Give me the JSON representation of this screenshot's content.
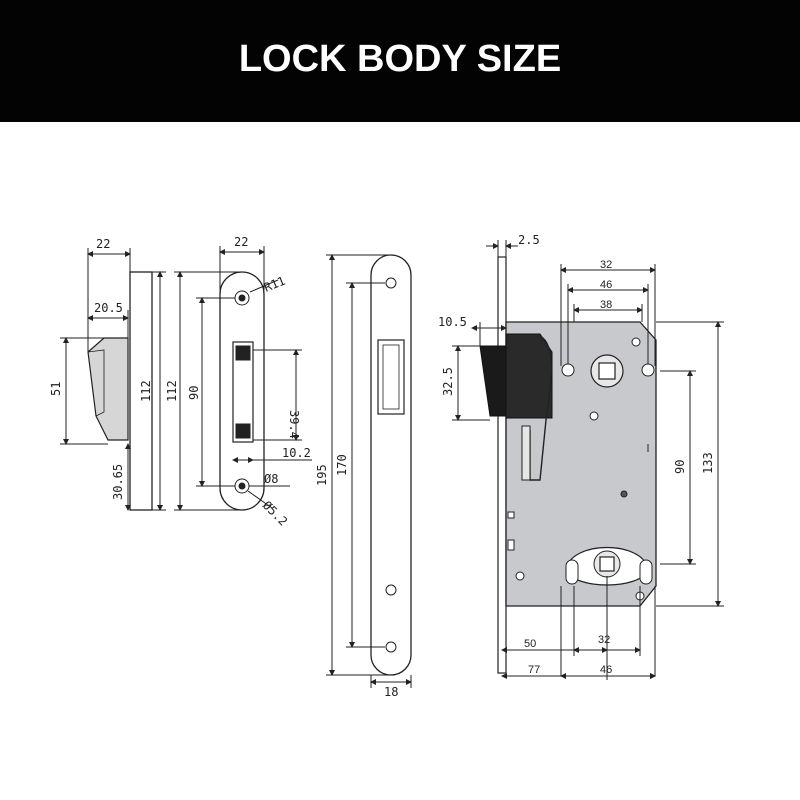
{
  "title": "LOCK BODY SIZE",
  "strike_side": {
    "width_top": "22",
    "depth": "20.5",
    "latch_height": "51",
    "plate_height": "112",
    "offset": "30.65"
  },
  "strike_front": {
    "width": "22",
    "radius": "R11",
    "plate_height": "112",
    "hole_spacing": "90",
    "opening_height": "39.4",
    "opening_width": "10.2",
    "hole_diameter": "Ø8",
    "countersink": "Ø5.2"
  },
  "faceplate": {
    "length": "195",
    "hole_spacing": "170",
    "width": "18"
  },
  "lock_body": {
    "faceplate_thickness": "2.5",
    "latch_projection": "10.5",
    "latch_height": "32.5",
    "top_32": "32",
    "top_46": "46",
    "top_38": "38",
    "spindle_to_key": "90",
    "body_height": "133",
    "bottom_50": "50",
    "bottom_32": "32",
    "backset": "77",
    "bottom_46": "46"
  }
}
